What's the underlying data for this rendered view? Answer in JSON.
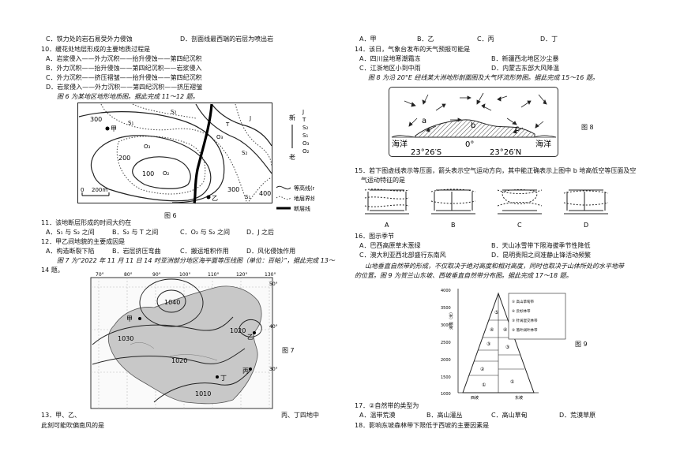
{
  "left": {
    "q9_opts": {
      "C": "C．铁力处的岩石易受外力侵蚀",
      "D": "D．剖面线最西端的岩层为喷出岩"
    },
    "q10": {
      "stem": "10．缓花处地层形成的主要地质过程是",
      "A": "A．岩浆侵入——外力沉积——抬升侵蚀——第四纪沉积",
      "B": "B．外力沉积——抬升侵蚀——第四纪沉积——岩浆侵入",
      "C": "C．外力沉积——挤压褶皱——抬升侵蚀——第四纪沉积",
      "D": "D．岩浆侵入——外力沉积——第四纪沉积——挤压褶皱"
    },
    "fig6_intro": "图 6 为某地区地形地质图。据此完成 11～12 题。",
    "fig6": {
      "caption": "图 6",
      "contours": [
        "300",
        "200",
        "100",
        "300",
        "400"
      ],
      "strata_labels": [
        "S₁",
        "S₂",
        "S₂",
        "S₁",
        "O₃",
        "O₂",
        "O₃",
        "J",
        "T"
      ],
      "places": [
        "甲",
        "乙"
      ],
      "legend_contour": "等高线(m)",
      "legend_boundary": "地层界线",
      "legend_fault": "断层线",
      "scale": [
        "0",
        "200m"
      ],
      "age_top": "新",
      "age_bottom": "老",
      "age_series": [
        "J",
        "T",
        "S₂",
        "S₁",
        "O₃",
        "O₂"
      ]
    },
    "q11": {
      "stem": "11．该地断层形成的时间大约在",
      "A": "A．S₁ 与 S₂ 之间",
      "B": "B．S₂ 与 T 之间",
      "C": "C．O₂ 与 S₂ 之间",
      "D": "D．J 之后"
    },
    "q12": {
      "stem": "12．甲乙间地貌的主要成因是",
      "A": "A．构造断裂下陷",
      "B": "B．岩层挤压弯曲",
      "C": "C．搬运堆积作用",
      "D": "D．风化侵蚀作用"
    },
    "fig7_intro_1": "图 7 为“2022 年 11 月 11 日 14 时亚洲部分地区海平面等压线图（单位：百帕）”，据此完成 13～",
    "fig7_intro_2": "14 题。",
    "fig7": {
      "caption": "图 7",
      "lon_labels": [
        "70°",
        "80°",
        "90°",
        "100°",
        "110°",
        "120°",
        "130°"
      ],
      "lat_labels": [
        "50°",
        "40°",
        "30°"
      ],
      "isobars": [
        "1040",
        "1030",
        "1020",
        "1020",
        "1010"
      ],
      "places": [
        "甲",
        "乙",
        "丙",
        "丁"
      ]
    },
    "q13_a": "13．甲、乙、",
    "q13_b": "丙、丁四地中",
    "q13_c": "此刻可能吹偏南风的是"
  },
  "right": {
    "q13_opts": {
      "A": "A．甲",
      "B": "B．乙",
      "C": "C．丙",
      "D": "D．丁"
    },
    "q14": {
      "stem": "14．该日，气象台发布的天气预报可能是",
      "A": "A．四川盆地寒潮霜冻",
      "B": "B．新疆西北地区沙尘暴",
      "C": "C．江浙地区小到中雨",
      "D": "D．内蒙古东部大风降温"
    },
    "fig8_intro": "图 8 为沿 20°E 经线某大洲地形剖面图及大气环流形势图。据此完成 15～16 题。",
    "fig8": {
      "caption": "图 8",
      "points": [
        "a",
        "b",
        "c"
      ],
      "ocean_left": "海洋",
      "ocean_right": "海洋",
      "lat_left": "23°26′S",
      "lat_mid": "0°",
      "lat_right": "23°26′N"
    },
    "q15_1": "15．若下图虚线表示等压面，箭头表示空气运动方向，其中能正确表示上图中 b 地高低空等压面及空",
    "q15_2": "气运动特征的是",
    "q15_labels": [
      "A",
      "B",
      "C",
      "D"
    ],
    "q16": {
      "stem": "16．图示季节",
      "A": "A．巴西高原草木葱绿",
      "B": "B．天山冰雪带下限海拔季节性降低",
      "C": "C．澳大利亚西北部盛行东南风",
      "D": "D．昆明贵阳之间准静止锋活动频繁"
    },
    "fig9_intro_1": "山地垂直自然带的形成，不仅取决于绝对高度和相对高度，同时也取决于山体所处的水平地带",
    "fig9_intro_2": "的位置。图 9 为贺兰山东坡、西坡垂直自然带分布图。据此完成 17～18 题。",
    "fig9": {
      "caption": "图 9",
      "yaxis_label": "海拔（米）",
      "yticks": [
        "4000",
        "3500",
        "3000",
        "2500",
        "2000",
        "1500",
        "1000"
      ],
      "slopes": [
        "西坡",
        "东坡"
      ],
      "zone_nums": [
        "⑤",
        "④",
        "④",
        "③",
        "③",
        "②",
        "①",
        "①"
      ],
      "legend": [
        "⑤ 高山草甸带",
        "④ 云杉林带",
        "③ 针阔混交林带",
        "② 落叶阔叶林带"
      ]
    },
    "q17": {
      "stem": "17．②自然带的类型为",
      "A": "A．温带荒漠",
      "B": "B．高山灌丛",
      "C": "C．高山草甸",
      "D": "D．荒漠草原"
    },
    "q18_stem": "18．影响东坡森林带下限低于西坡的主要因素是"
  }
}
